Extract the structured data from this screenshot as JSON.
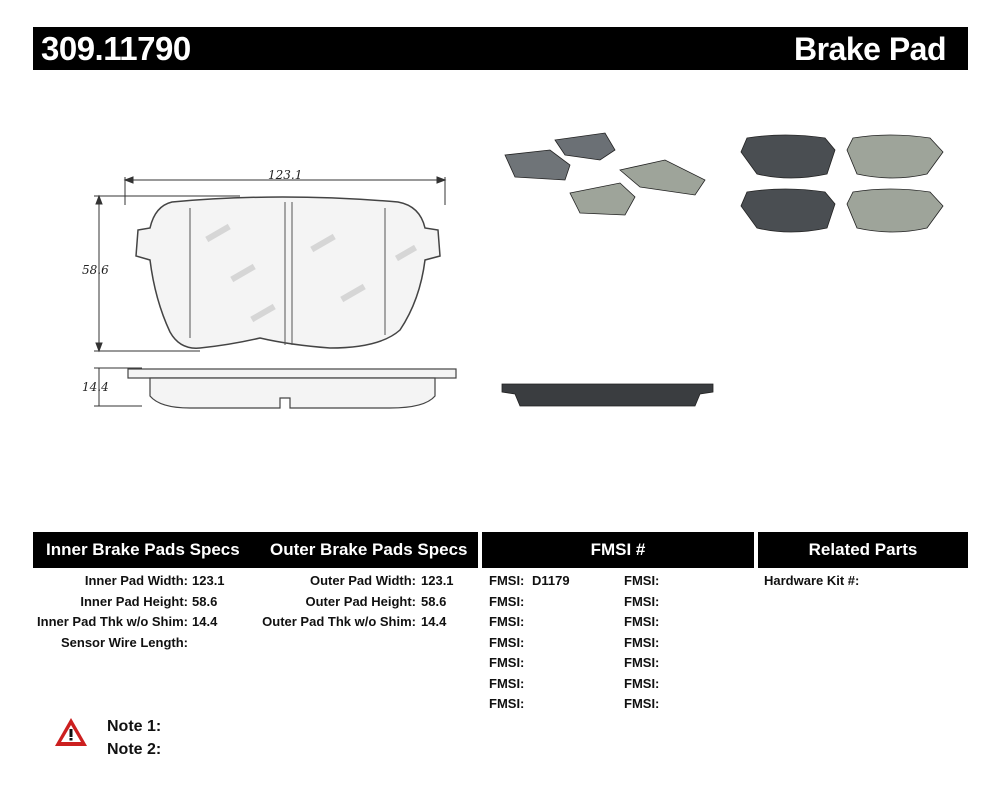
{
  "header": {
    "part_number": "309.11790",
    "doc_type": "Brake Pad"
  },
  "drawing": {
    "width_dim": "123.1",
    "height_dim": "58.6",
    "thickness_dim": "14.4"
  },
  "sections": {
    "inner": "Inner Brake Pads Specs",
    "outer": "Outer Brake Pads Specs",
    "fmsi": "FMSI #",
    "related": "Related Parts"
  },
  "inner_specs": [
    {
      "label": "Inner Pad Width:",
      "value": "123.1"
    },
    {
      "label": "Inner Pad Height:",
      "value": "58.6"
    },
    {
      "label": "Inner Pad Thk w/o Shim:",
      "value": "14.4"
    },
    {
      "label": "Sensor Wire Length:",
      "value": ""
    }
  ],
  "outer_specs": [
    {
      "label": "Outer Pad Width:",
      "value": "123.1"
    },
    {
      "label": "Outer Pad Height:",
      "value": "58.6"
    },
    {
      "label": "Outer Pad Thk w/o Shim:",
      "value": "14.4"
    }
  ],
  "fmsi_left": [
    {
      "label": "FMSI:",
      "value": "D1179"
    },
    {
      "label": "FMSI:",
      "value": ""
    },
    {
      "label": "FMSI:",
      "value": ""
    },
    {
      "label": "FMSI:",
      "value": ""
    },
    {
      "label": "FMSI:",
      "value": ""
    },
    {
      "label": "FMSI:",
      "value": ""
    },
    {
      "label": "FMSI:",
      "value": ""
    }
  ],
  "fmsi_right": [
    {
      "label": "FMSI:",
      "value": ""
    },
    {
      "label": "FMSI:",
      "value": ""
    },
    {
      "label": "FMSI:",
      "value": ""
    },
    {
      "label": "FMSI:",
      "value": ""
    },
    {
      "label": "FMSI:",
      "value": ""
    },
    {
      "label": "FMSI:",
      "value": ""
    },
    {
      "label": "FMSI:",
      "value": ""
    }
  ],
  "related": {
    "hardware_kit_label": "Hardware Kit #:",
    "hardware_kit_value": ""
  },
  "notes": {
    "note1": "Note 1:",
    "note2": "Note 2:"
  },
  "icons": {
    "warning": "warning-triangle-icon"
  },
  "colors": {
    "header_bg": "#000000",
    "header_text": "#ffffff",
    "warning_red": "#cc1f1f",
    "pad_friction": "#9ea49a",
    "pad_backing": "#3a3d40"
  }
}
